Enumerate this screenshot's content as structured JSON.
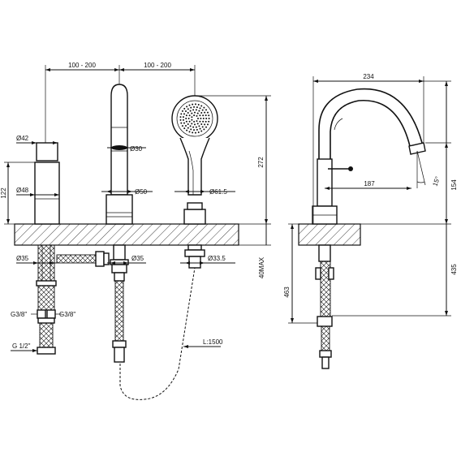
{
  "dimensions": {
    "left_spacing": "100 - 200",
    "right_spacing": "100 - 200",
    "total_height": "272",
    "dia_42": "Ø42",
    "dia_48": "Ø48",
    "height_122": "122",
    "dia_30": "Ø30",
    "dia_50": "Ø50",
    "dia_61_5": "Ø61.5",
    "dia_35_left": "Ø35",
    "dia_35_mid": "Ø35",
    "dia_33_5": "Ø33.5",
    "max_40": "40MAX",
    "conn_g38_left": "G3/8\"",
    "conn_g38_right": "G3/8\"",
    "conn_g12": "G 1/2\"",
    "hose_length": "L:1500",
    "width_234": "234",
    "width_187": "187",
    "angle_15": "15°",
    "height_154": "154",
    "height_435": "435",
    "height_463": "463"
  }
}
